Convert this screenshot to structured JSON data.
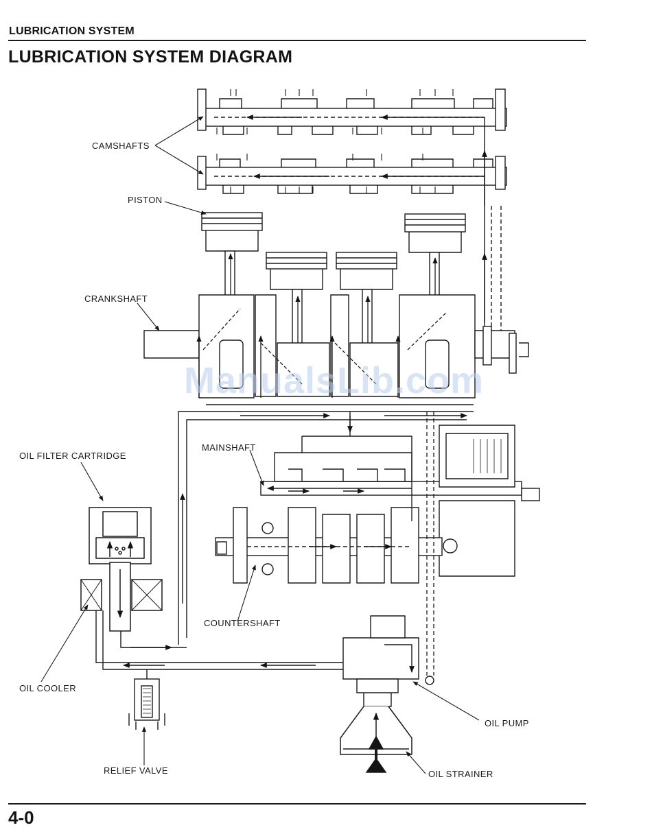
{
  "header": {
    "section": "LUBRICATION SYSTEM",
    "title": "LUBRICATION SYSTEM DIAGRAM"
  },
  "labels": {
    "camshafts": "CAMSHAFTS",
    "piston": "PISTON",
    "crankshaft": "CRANKSHAFT",
    "oil_filter_cartridge": "OIL FILTER CARTRIDGE",
    "mainshaft": "MAINSHAFT",
    "countershaft": "COUNTERSHAFT",
    "oil_cooler": "OIL COOLER",
    "oil_pump": "OIL PUMP",
    "relief_valve": "RELIEF VALVE",
    "oil_strainer": "OIL STRAINER"
  },
  "watermark": "ManualsLib.com",
  "footer": {
    "page_number": "4-0"
  },
  "colors": {
    "ink": "#141414",
    "watermark": "#b9cdf0",
    "background": "#ffffff"
  }
}
